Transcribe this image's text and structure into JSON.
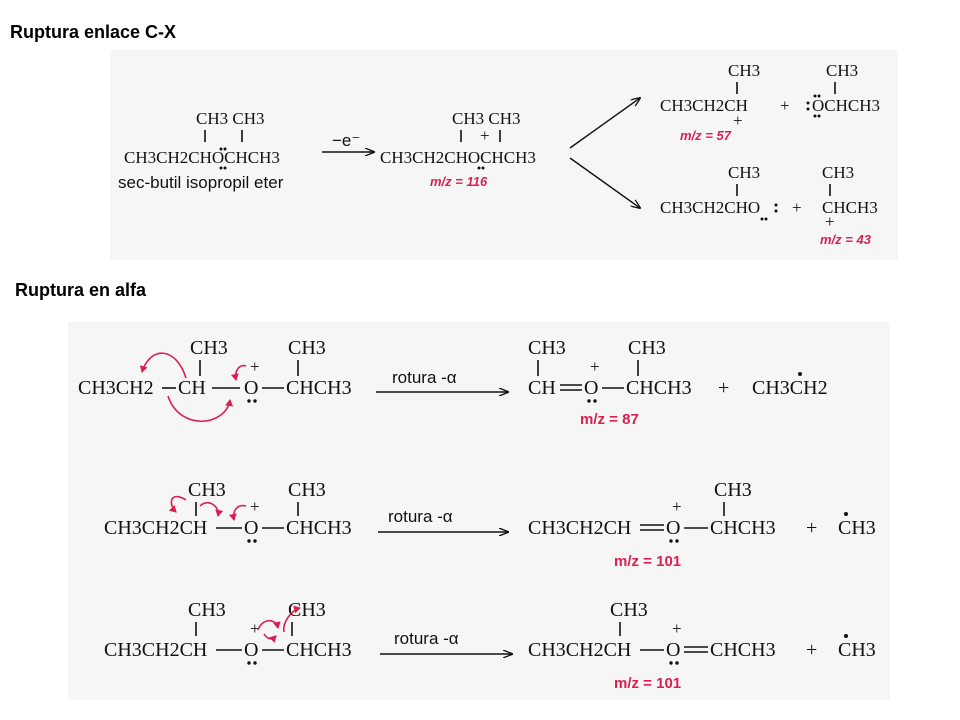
{
  "headings": {
    "cx": "Ruptura enlace C-X",
    "alpha": "Ruptura en alfa"
  },
  "colors": {
    "mass_label": "#d9214f",
    "panel_bg": "#f6f6f6",
    "text": "#111111"
  },
  "scheme1": {
    "reactant": {
      "top": "CH3 CH3",
      "main": "CH3CH2CHOCHCH3",
      "name": "sec-butil isopropil eter"
    },
    "reagent": "−e⁻",
    "radical_cation": {
      "top": "CH3 CH3",
      "main": "CH3CH2CHOCHCH3",
      "mz": "m/z = 116"
    },
    "product_a": {
      "top": "CH3",
      "main": "CH3CH2CH",
      "mz": "m/z = 57"
    },
    "product_b": {
      "top": "CH3",
      "main": "OCHCH3"
    },
    "product_c": {
      "top": "CH3",
      "main": "CH3CH2CHO"
    },
    "product_d": {
      "top": "CH3",
      "main": "CHCH3",
      "mz": "m/z = 43"
    },
    "plus": "+"
  },
  "scheme2": {
    "reagent": "rotura -α",
    "plus": "+",
    "row1": {
      "reactant": {
        "tops": [
          "CH3",
          "CH3"
        ],
        "parts": [
          "CH3CH2",
          "CH",
          "O",
          "CHCH3"
        ]
      },
      "product": {
        "tops": [
          "CH3",
          "CH3"
        ],
        "parts": [
          "CH",
          "O",
          "CHCH3"
        ]
      },
      "mz": "m/z = 87",
      "radical": "CH3CH2"
    },
    "row2": {
      "reactant": {
        "tops": [
          "CH3",
          "CH3"
        ],
        "parts": [
          "CH3CH2CH",
          "O",
          "CHCH3"
        ]
      },
      "product": {
        "tops": [
          "CH3"
        ],
        "parts": [
          "CH3CH2CH",
          "O",
          "CHCH3"
        ]
      },
      "mz": "m/z = 101",
      "radical": "CH3"
    },
    "row3": {
      "reactant": {
        "tops": [
          "CH3",
          "CH3"
        ],
        "parts": [
          "CH3CH2CH",
          "O",
          "CHCH3"
        ]
      },
      "product": {
        "tops": [
          "CH3"
        ],
        "parts": [
          "CH3CH2CH",
          "O",
          "CHCH3"
        ]
      },
      "mz": "m/z = 101",
      "radical": "CH3"
    }
  }
}
